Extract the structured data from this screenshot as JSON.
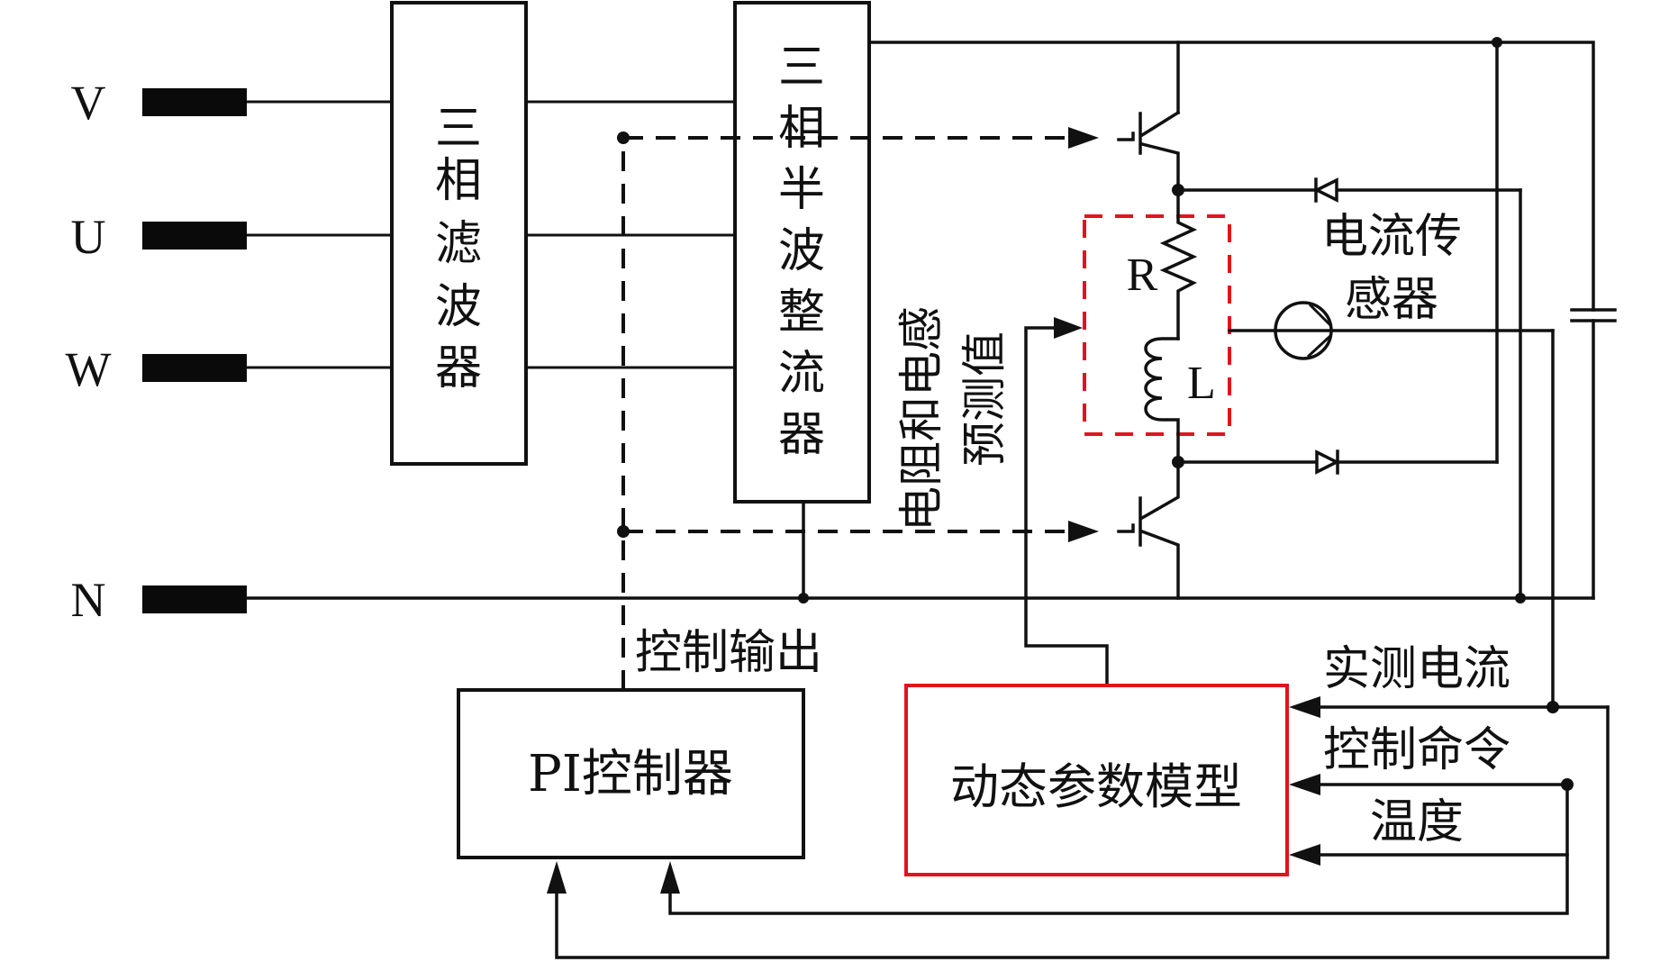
{
  "diagram": {
    "terminals": [
      {
        "id": "V",
        "label": "V"
      },
      {
        "id": "U",
        "label": "U"
      },
      {
        "id": "W",
        "label": "W"
      },
      {
        "id": "N",
        "label": "N"
      }
    ],
    "blocks": {
      "filter": {
        "label_chars": [
          "三",
          "相",
          "滤",
          "波",
          "器"
        ],
        "label": "三相滤波器"
      },
      "rectifier": {
        "label_chars": [
          "三",
          "相",
          "半",
          "波",
          "整",
          "流",
          "器"
        ],
        "label": "三相半波整流器"
      },
      "pi_controller": {
        "label": "PI控制器"
      },
      "dynamic_model": {
        "label": "动态参数模型",
        "border_color": "#e0141e"
      }
    },
    "components": {
      "resistor": {
        "label": "R"
      },
      "inductor": {
        "label": "L"
      },
      "rl_box_color": "#e0141e",
      "current_sensor": {
        "label_line1": "电流传",
        "label_line2": "感器"
      }
    },
    "signals": {
      "rl_prediction": {
        "line1": "电阻和电感",
        "line2": "预测值"
      },
      "control_output": "控制输出",
      "measured_current": "实测电流",
      "control_command": "控制命令",
      "temperature": "温度"
    }
  }
}
